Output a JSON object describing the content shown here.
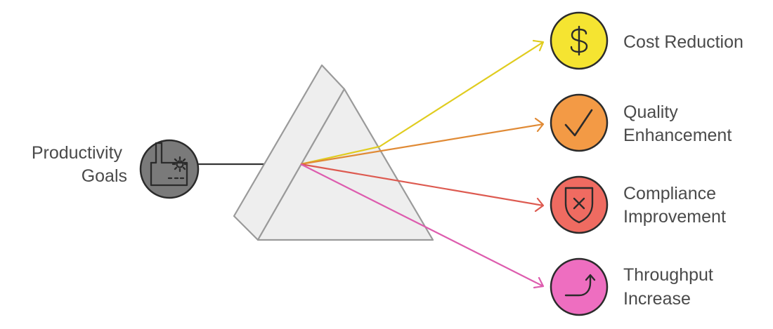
{
  "source": {
    "label_lines": [
      "Productivity",
      "Goals"
    ],
    "icon": "factory-gear-icon",
    "color": "#7a7a7a"
  },
  "prism": {
    "fill": "#eeeeee",
    "stroke": "#9a9a9a"
  },
  "outputs": [
    {
      "label_lines": [
        "Cost Reduction"
      ],
      "icon": "dollar-icon",
      "color": "#f5e431",
      "line_color": "#e0cc1f"
    },
    {
      "label_lines": [
        "Quality",
        "Enhancement"
      ],
      "icon": "checkmark-icon",
      "color": "#f39a45",
      "line_color": "#e08a35"
    },
    {
      "label_lines": [
        "Compliance",
        "Improvement"
      ],
      "icon": "shield-x-icon",
      "color": "#ef6b61",
      "line_color": "#dd5a50"
    },
    {
      "label_lines": [
        "Throughput",
        "Increase"
      ],
      "icon": "curved-arrow-up-icon",
      "color": "#ee6ec0",
      "line_color": "#dd5cae"
    }
  ]
}
